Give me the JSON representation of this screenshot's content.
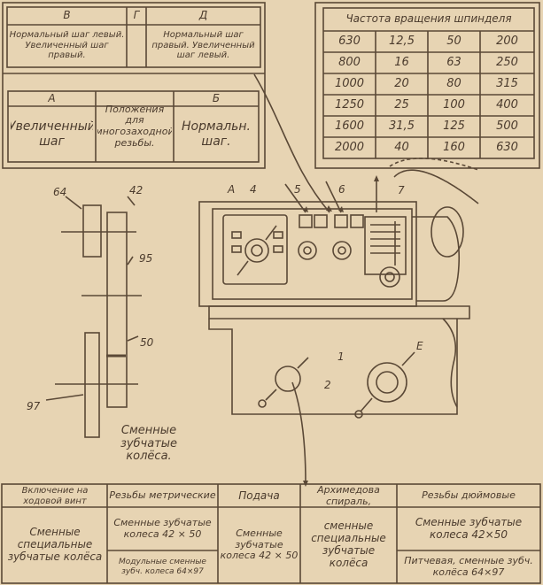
{
  "top_left_table": {
    "headers": [
      "В",
      "Г",
      "Д"
    ],
    "cells": [
      "Нормальный шаг левый. Увеличенный шаг правый.",
      "",
      "Нормальный шаг правый. Увеличенный шаг левый."
    ]
  },
  "mid_left_table": {
    "headers": [
      "А",
      "",
      "Б"
    ],
    "cells": [
      "Увеличенный шаг",
      "Положения для многозаходной резьбы.",
      "Нормальн. шаг."
    ]
  },
  "speed_table": {
    "title": "Частота вращения шпинделя",
    "rows": [
      [
        "630",
        "12,5",
        "50",
        "200"
      ],
      [
        "800",
        "16",
        "63",
        "250"
      ],
      [
        "1000",
        "20",
        "80",
        "315"
      ],
      [
        "1250",
        "25",
        "100",
        "400"
      ],
      [
        "1600",
        "31,5",
        "125",
        "500"
      ],
      [
        "2000",
        "40",
        "160",
        "630"
      ]
    ]
  },
  "gear_labels": {
    "g64": "64",
    "g42": "42",
    "g95": "95",
    "g50": "50",
    "g97": "97",
    "caption": "Сменные зубчатые колёса."
  },
  "machine_labels": {
    "A": "А",
    "n4": "4",
    "n5": "5",
    "n6": "6",
    "n7": "7",
    "n1": "1",
    "n2": "2",
    "E": "Е"
  },
  "bottom_table": {
    "headers": [
      "Включение на ходовой винт",
      "Резьбы метрические",
      "Подача",
      "Архимедова спираль,",
      "Резьбы дюймовые"
    ],
    "col1": "Сменные специальные зубчатые колёса",
    "col2_a": "Сменные зубчатые колеса 42 × 50",
    "col2_b": "Модульные сменные зубч. колеса 64×97",
    "col3": "Сменные зубчатые колеса 42 × 50",
    "col4": "сменные специальные зубчатые колёса",
    "col5_a": "Сменные зубчатые колеса 42×50",
    "col5_b": "Питчевая, сменные зубч. колёса 64×97"
  },
  "colors": {
    "paper": "#e7d4b3",
    "ink": "#4a3a2c"
  }
}
